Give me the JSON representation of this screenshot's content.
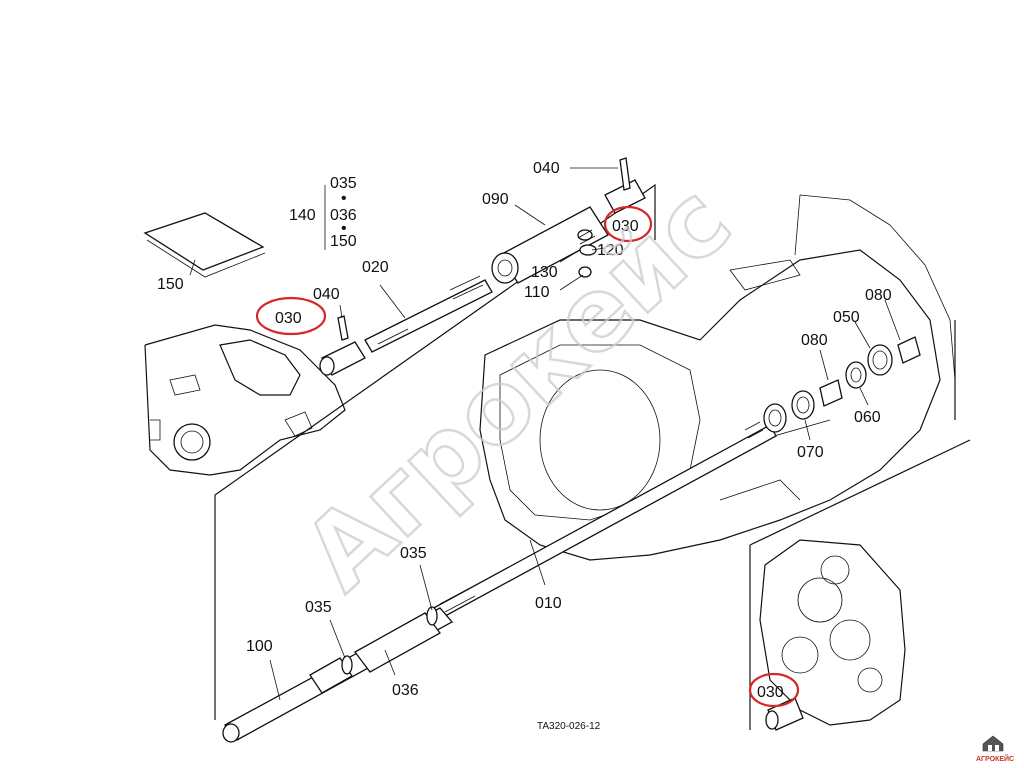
{
  "labels": {
    "p010": "010",
    "p020": "020",
    "p030_a": "030",
    "p030_b": "030",
    "p030_c": "030",
    "p035_top": "035",
    "p036_top": "036",
    "p150_top": "150",
    "p035_mid": "035",
    "p035_low": "035",
    "p036": "036",
    "p040_top": "040",
    "p040_left": "040",
    "p050": "050",
    "p060": "060",
    "p070": "070",
    "p080_a": "080",
    "p080_b": "080",
    "p090": "090",
    "p100": "100",
    "p110": "110",
    "p120": "120",
    "p130": "130",
    "p140": "140",
    "p150": "150"
  },
  "dot_bullet": "•",
  "drawing_code": "TA320-026-12",
  "watermark": "Агрокейс",
  "logo_text": "АГРОКЕЙС",
  "colors": {
    "highlight": "#d62828",
    "watermark": "#cccccc",
    "logo": "#c0392b"
  }
}
